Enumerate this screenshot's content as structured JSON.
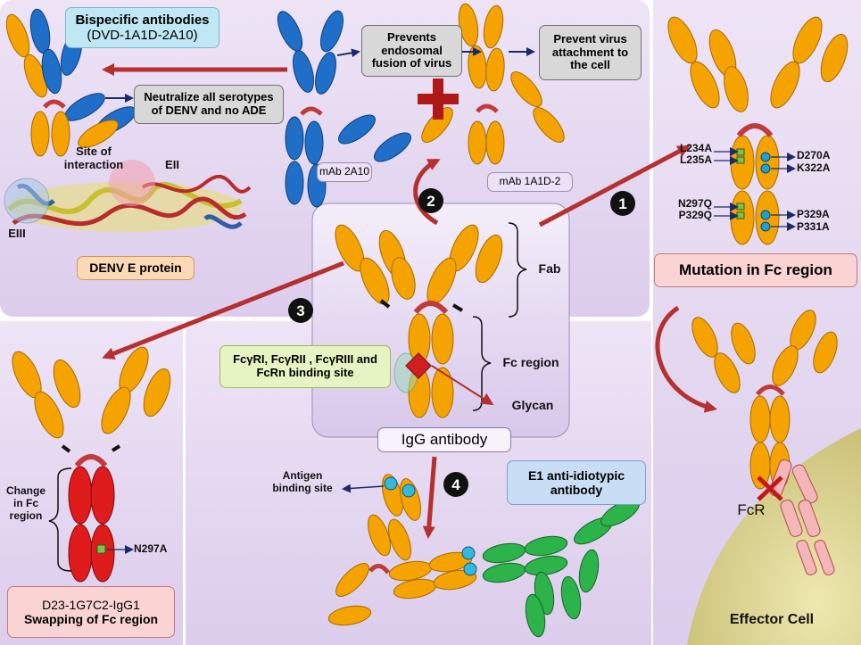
{
  "colors": {
    "panel_purple": "#e4d7f0",
    "antibody_orange": "#f5a300",
    "antibody_blue": "#1f6fc8",
    "antibody_green": "#2cb34a",
    "antibody_red": "#e01b1b",
    "arrow_red": "#b5302f",
    "arrow_navy": "#1a2a6b"
  },
  "top_left": {
    "bispecific_title": "Bispecific antibodies",
    "bispecific_name": "(DVD-1A1D-2A10)",
    "neutralize_box": "Neutralize all serotypes of DENV and no ADE",
    "site_of_interaction": "Site of interaction",
    "eii_label": "EII",
    "eiii_label": "EIII",
    "denv_protein": "DENV E protein"
  },
  "top_center": {
    "mab_2a10": "mAb 2A10",
    "prevents_fusion": "Prevents endosomal fusion of virus",
    "prevent_attachment": "Prevent virus attachment to the cell",
    "mab_1a1d2": "mAb 1A1D-2"
  },
  "center": {
    "fab_label": "Fab",
    "fc_region_label": "Fc region",
    "glycan_label": "Glycan",
    "binding_site_box": "FcγRI, FcγRII , FcγRIII and FcRn binding site",
    "igg_label": "IgG antibody"
  },
  "steps": [
    "1",
    "2",
    "3",
    "4"
  ],
  "right": {
    "mutations_left": [
      "L234A",
      "L235A",
      "N297Q",
      "P329Q"
    ],
    "mutations_right": [
      "D270A",
      "K322A",
      "P329A",
      "P331A"
    ],
    "mutation_title": "Mutation in Fc region",
    "fcr_label": "FcR",
    "effector_cell": "Effector Cell"
  },
  "bottom_left": {
    "change_fc": "Change in Fc region",
    "n297a": "N297A",
    "d23_name": "D23-1G7C2-IgG1",
    "swapping": "Swapping of Fc region"
  },
  "bottom_center": {
    "antigen_binding_site": "Antigen binding site",
    "e1_anti_idiotypic": "E1 anti-idiotypic antibody"
  }
}
